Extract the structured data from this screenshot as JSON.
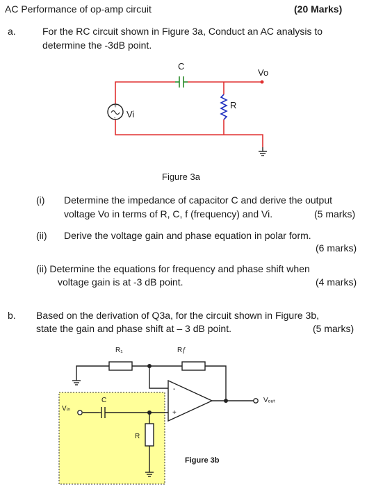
{
  "header": {
    "title": "AC Performance of op-amp circuit",
    "marks": "(20 Marks)"
  },
  "part_a": {
    "letter": "a.",
    "intro_line1": "For the RC circuit shown in Figure 3a, Conduct an AC analysis to",
    "intro_line2": "determine the -3dB point.",
    "figure": {
      "cap_label": "C",
      "resistor_label": "R",
      "source_label": "Vi",
      "output_label": "Vo",
      "caption": "Figure 3a"
    },
    "q1": {
      "num": "(i)",
      "line1": "Determine the impedance of capacitor C and derive the output",
      "line2": "voltage Vo in terms of R, C, f (frequency) and Vi.",
      "marks": "(5 marks)"
    },
    "q2": {
      "num": "(ii)",
      "line1": "Derive the voltage gain and phase equation in polar form.",
      "marks": "(6 marks)"
    },
    "q3": {
      "line1": "(ii) Determine the equations for frequency and phase shift when",
      "line2": "voltage gain is at -3 dB point.",
      "marks": "(4 marks)"
    }
  },
  "part_b": {
    "letter": "b.",
    "line1": "Based on the derivation of Q3a, for the circuit shown in Figure 3b,",
    "line2": "state the gain and phase shift at – 3 dB point.",
    "marks": "(5 marks)",
    "figure": {
      "r1_label": "R₁",
      "rf_label": "Rƒ",
      "cap_label": "C",
      "r_label": "R",
      "vin_label": "Vᵢₙ",
      "vout_label": "Vₒᵤₜ",
      "minus": "-",
      "plus": "+",
      "caption": "Figure 3b"
    }
  },
  "colors": {
    "wire_red": "#e03030",
    "source_blue": "#2030c0",
    "yellow_box": "#ffff99"
  }
}
